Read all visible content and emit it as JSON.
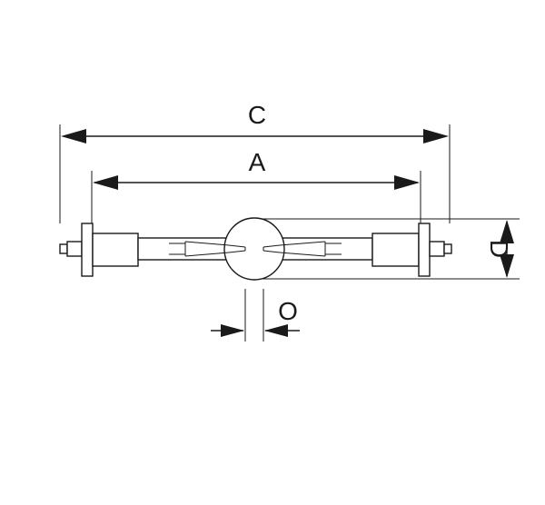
{
  "labels": {
    "overall_length": "C",
    "arc_length": "A",
    "diameter": "D",
    "offset": "O"
  },
  "colors": {
    "line": "#1a1a1a",
    "background": "#ffffff"
  }
}
